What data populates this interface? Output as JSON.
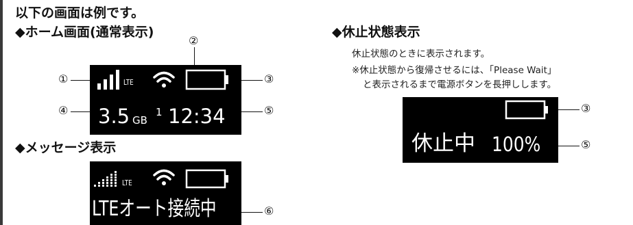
{
  "intro": "以下の画面は例です。",
  "home": {
    "heading": "◆ホーム画面(通常表示)",
    "lte": "LTE",
    "data_amount": "3.5",
    "data_unit": "GB",
    "sim_number": "1",
    "time": "12:34"
  },
  "message": {
    "heading": "◆メッセージ表示",
    "lte": "LTE",
    "text": "LTEオート接続中"
  },
  "sleep": {
    "heading": "◆休止状態表示",
    "desc1": "休止状態のときに表示されます。",
    "desc2": "※休止状態から復帰させるには、「Please Wait」",
    "desc3": "と表示されるまで電源ボタンを長押しします。",
    "screen_label": "休止中",
    "battery_percent": "100%"
  },
  "callouts": {
    "n1": "①",
    "n2": "②",
    "n3": "③",
    "n4": "④",
    "n5": "⑤",
    "n6": "⑥"
  }
}
